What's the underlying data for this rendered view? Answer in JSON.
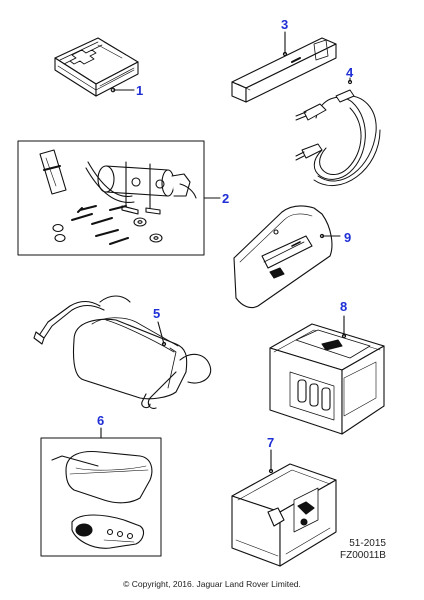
{
  "callouts": {
    "c1": "1",
    "c2": "2",
    "c3": "3",
    "c4": "4",
    "c5": "5",
    "c6": "6",
    "c7": "7",
    "c8": "8",
    "c9": "9"
  },
  "reference": {
    "line1": "51-2015",
    "line2": "FZ00011B"
  },
  "copyright": "© Copyright, 2016. Jaguar Land Rover Limited.",
  "colors": {
    "callout": "#1f2fd6",
    "line": "#111111"
  }
}
